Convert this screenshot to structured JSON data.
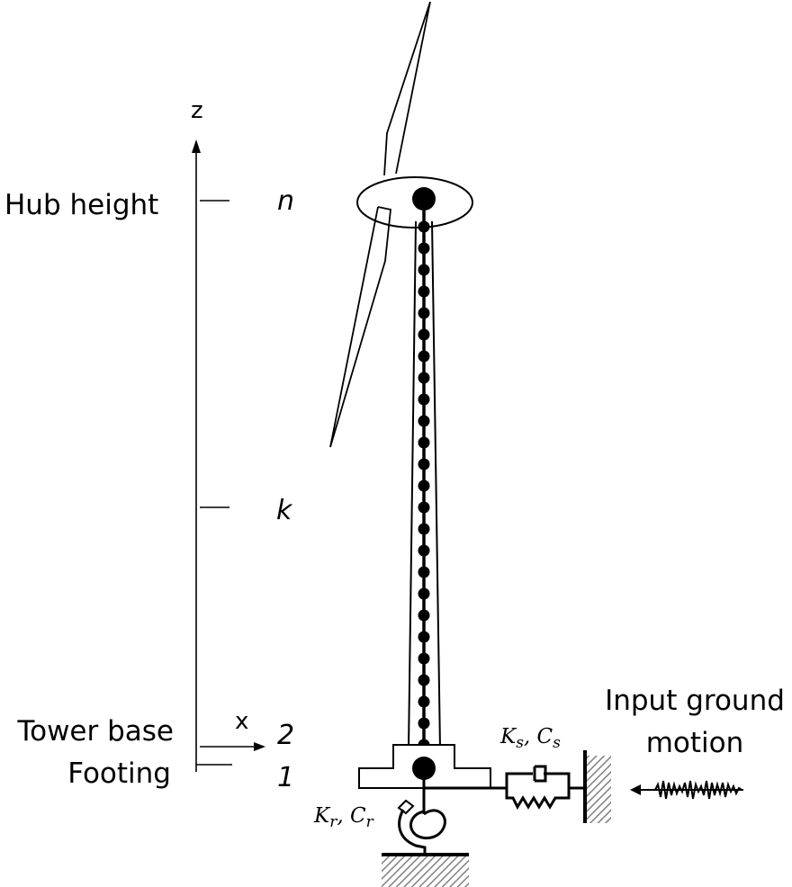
{
  "diagram": {
    "title": "Wind turbine tower multi-degree-of-freedom model with soil-structure interaction",
    "axes": {
      "z_label": "z",
      "x_label": "x"
    },
    "level_labels": {
      "hub_height": "Hub height",
      "tower_base": "Tower base",
      "footing": "Footing"
    },
    "node_labels": {
      "n": "n",
      "k": "k",
      "two": "2",
      "one": "1"
    },
    "springs": {
      "swaying": {
        "K": "K",
        "K_sub": "s",
        "sep": ", ",
        "C": "C",
        "C_sub": "s"
      },
      "rocking": {
        "K": "K",
        "K_sub": "r",
        "sep": ", ",
        "C": "C",
        "C_sub": "r"
      }
    },
    "input": {
      "line1": "Input ground",
      "line2": "motion"
    },
    "tower": {
      "lumped_mass_count": 25
    },
    "colors": {
      "ink": "#000000",
      "hatch": "#808080",
      "background": "#ffffff"
    }
  }
}
